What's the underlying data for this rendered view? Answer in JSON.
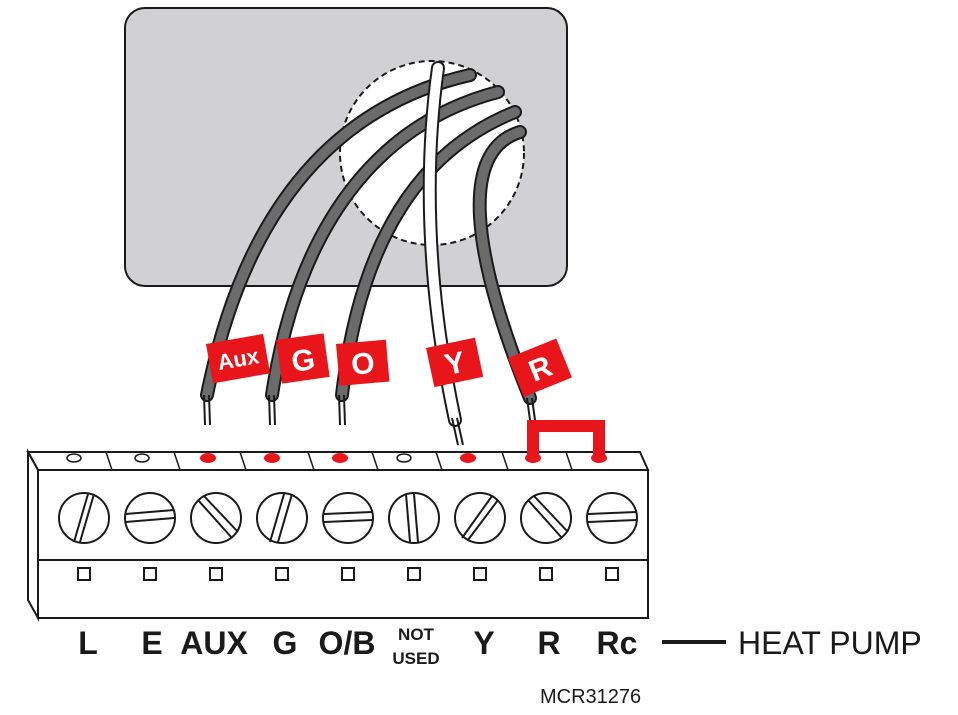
{
  "wire_tags": [
    {
      "text": "Aux",
      "color": "#e8161b"
    },
    {
      "text": "G",
      "color": "#e8161b"
    },
    {
      "text": "O",
      "color": "#e8161b"
    },
    {
      "text": "Y",
      "color": "#e8161b"
    },
    {
      "text": "R",
      "color": "#e8161b"
    }
  ],
  "terminals": [
    {
      "label": "L",
      "connected": false
    },
    {
      "label": "E",
      "connected": false
    },
    {
      "label": "AUX",
      "connected": true
    },
    {
      "label": "G",
      "connected": true
    },
    {
      "label": "O/B",
      "connected": true
    },
    {
      "label": "NOT",
      "label2": "USED",
      "connected": false
    },
    {
      "label": "Y",
      "connected": true
    },
    {
      "label": "R",
      "connected": true
    },
    {
      "label": "Rc",
      "connected": true
    }
  ],
  "system_label": "HEAT PUMP",
  "figure_code": "MCR31276",
  "colors": {
    "accent": "#e8161b",
    "wall_plate": "#d1d1d3",
    "wire_gray": "#6b6b6b",
    "outline": "#1a1a1a"
  }
}
